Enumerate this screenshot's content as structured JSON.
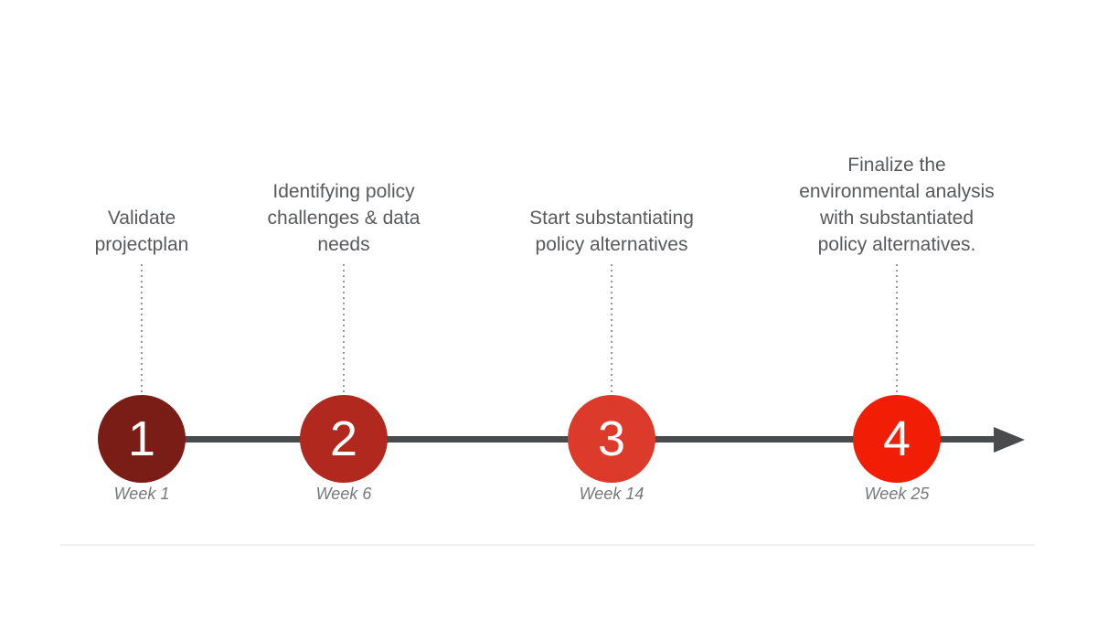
{
  "diagram": {
    "type": "timeline",
    "line_color": "#4a4b4d",
    "label_color": "#58595b",
    "week_color": "#77787a",
    "dotted_color": "#9a9a9a",
    "divider_color": "#f1f1f1"
  },
  "milestones": [
    {
      "number": "1",
      "label": "Validate\nprojectplan",
      "week": "Week 1",
      "color": "#7b1d17"
    },
    {
      "number": "2",
      "label": "Identifying policy\nchallenges & data\nneeds",
      "week": "Week 6",
      "color": "#b1291e"
    },
    {
      "number": "3",
      "label": "Start substantiating\npolicy alternatives",
      "week": "Week 14",
      "color": "#dc3b2b"
    },
    {
      "number": "4",
      "label": "Finalize the\nenvironmental analysis\nwith substantiated\npolicy alternatives.",
      "week": "Week 25",
      "color": "#f11d05"
    }
  ]
}
